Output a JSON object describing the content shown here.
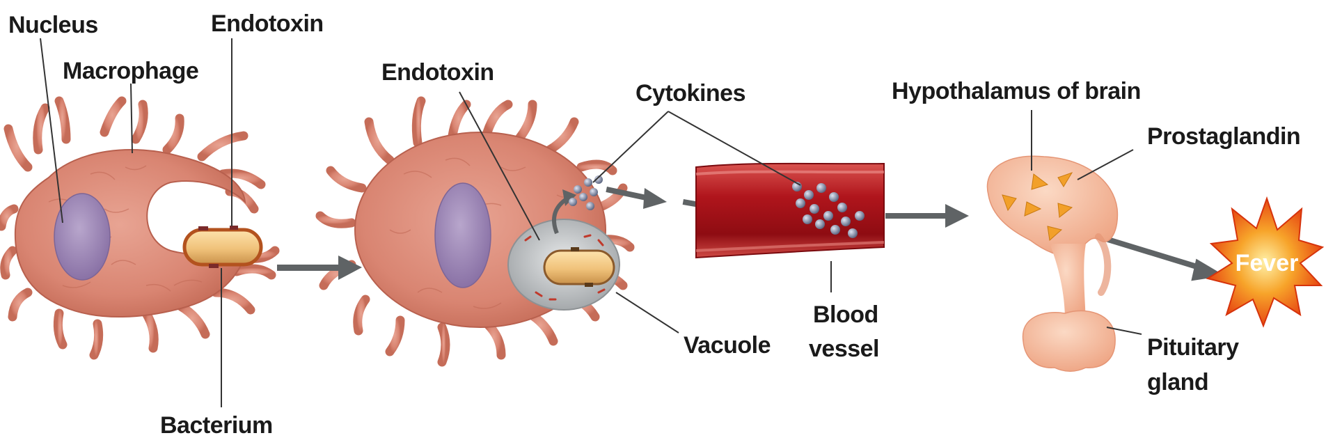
{
  "labels": {
    "nucleus": "Nucleus",
    "macrophage": "Macrophage",
    "endotoxin_1": "Endotoxin",
    "bacterium": "Bacterium",
    "endotoxin_2": "Endotoxin",
    "cytokines": "Cytokines",
    "vacuole": "Vacuole",
    "blood_line1": "Blood",
    "blood_line2": "vessel",
    "hypothalamus": "Hypothalamus of brain",
    "prostaglandin": "Prostaglandin",
    "pituitary_line1": "Pituitary",
    "pituitary_line2": "gland",
    "fever": "Fever"
  },
  "colors": {
    "cell_fill": "#d98572",
    "cell_stroke": "#b8604e",
    "nucleus_fill": "#9c86b4",
    "bacterium_fill": "#f0c27a",
    "vacuole_fill": "#c9cbcc",
    "vessel_fill": "#b0151c",
    "brain_fill": "#f3b99a",
    "fever_fill": "#f05a14",
    "arrow": "#5f6365",
    "prostaglandin": "#f2a02a",
    "cytokine": "#6f7a95"
  }
}
